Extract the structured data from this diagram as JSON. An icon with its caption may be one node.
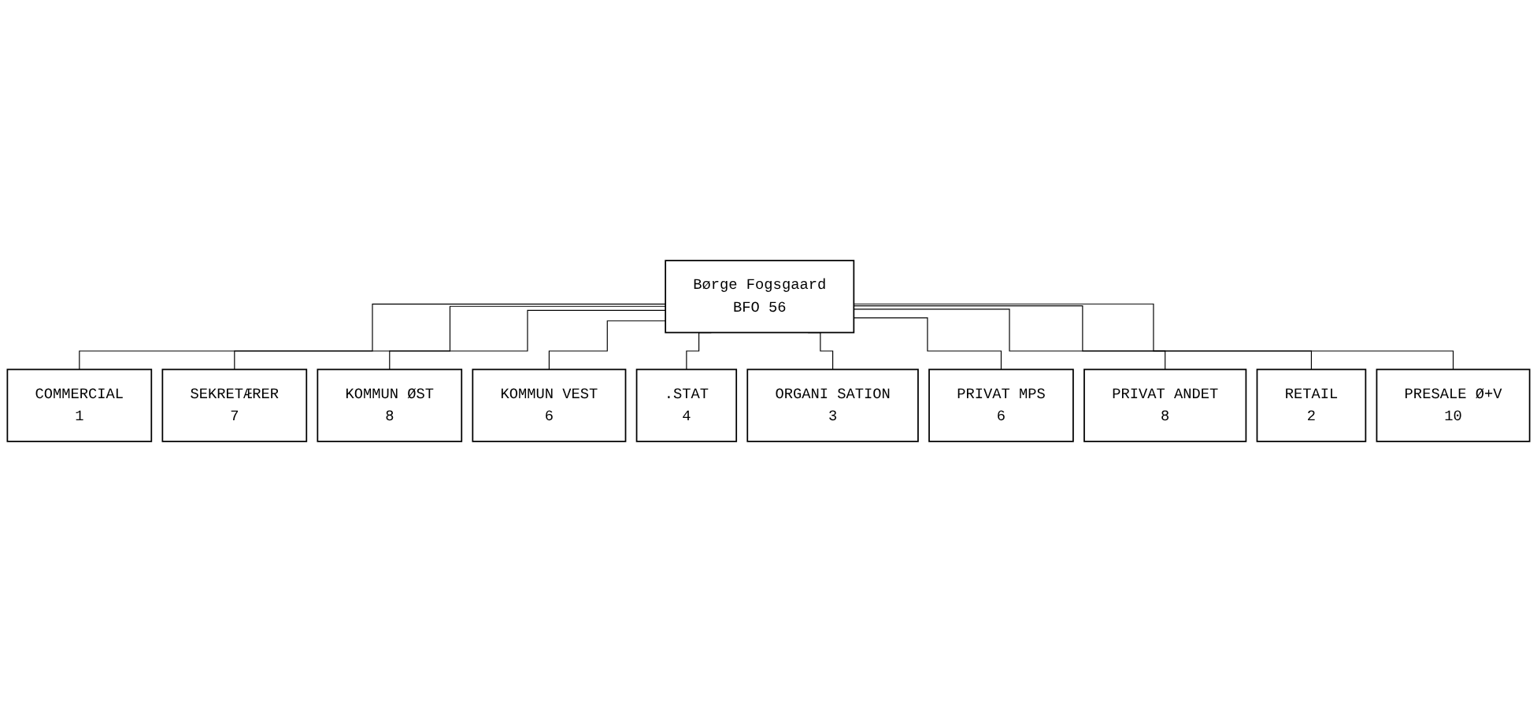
{
  "diagram": {
    "nodes": [
      {
        "text": [
          "Børge Fogsgaard",
          "BFO 56"
        ]
      },
      {
        "text": [
          "COMMERCIAL",
          "1"
        ]
      },
      {
        "text": [
          "SEKRETÆRER",
          "7"
        ]
      },
      {
        "text": [
          "KOMMUN ØST",
          "8"
        ]
      },
      {
        "text": [
          "KOMMUN VEST",
          "6"
        ]
      },
      {
        "text": [
          ".STAT",
          "4"
        ]
      },
      {
        "text": [
          "ORGANI SATION",
          "3"
        ]
      },
      {
        "text": [
          "PRIVAT MPS",
          "6"
        ]
      },
      {
        "text": [
          "PRIVAT ANDET",
          "8"
        ]
      },
      {
        "text": [
          "RETAIL",
          "2"
        ]
      },
      {
        "text": [
          "PRESALE Ø+V",
          "10"
        ]
      }
    ],
    "edges": [
      {
        "from": 0,
        "to": 1,
        "arrow": "none"
      },
      {
        "from": 0,
        "to": 2,
        "arrow": "none"
      },
      {
        "from": 0,
        "to": 3,
        "arrow": "none"
      },
      {
        "from": 0,
        "to": 4,
        "arrow": "none"
      },
      {
        "from": 0,
        "to": 5,
        "arrow": "none"
      },
      {
        "from": 0,
        "to": 6,
        "arrow": "none"
      },
      {
        "from": 0,
        "to": 7,
        "arrow": "none"
      },
      {
        "from": 0,
        "to": 8,
        "arrow": "none"
      },
      {
        "from": 0,
        "to": 9,
        "arrow": "none"
      },
      {
        "from": 0,
        "to": 10,
        "arrow": "none"
      }
    ]
  }
}
